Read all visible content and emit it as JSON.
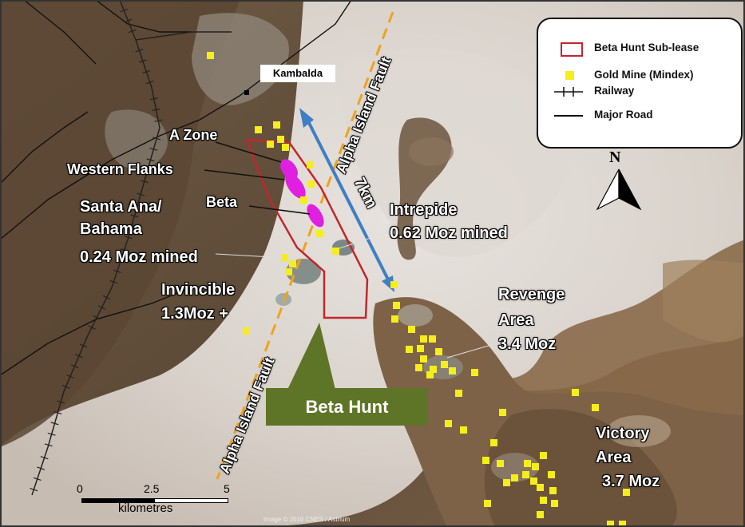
{
  "map": {
    "town": "Kambalda",
    "labels": {
      "a_zone": "A Zone",
      "western_flanks": "Western Flanks",
      "beta": "Beta",
      "santa_ana_1": "Santa Ana/",
      "santa_ana_2": "Bahama",
      "santa_ana_3": "0.24 Moz mined",
      "intrepide_1": "Intrepide",
      "intrepide_2": "0.62 Moz mined",
      "invincible_1": "Invincible",
      "invincible_2": "1.3Moz  +",
      "revenge_1": "Revenge",
      "revenge_2": "Area",
      "revenge_3": "3.4 Moz",
      "victory_1": "Victory",
      "victory_2": "Area",
      "victory_3": "3.7 Moz",
      "fault_upper": "Alpha Island Fault",
      "fault_lower": "Alpha Island Fault",
      "distance": "7km",
      "beta_hunt": "Beta Hunt"
    },
    "north": "N",
    "scalebar": {
      "ticks": [
        "0",
        "2.5",
        "5"
      ],
      "unit": "kilometres"
    },
    "credit": "Image © 2016 CNES / Astrium"
  },
  "legend": {
    "items": [
      {
        "label": "Beta Hunt Sub-lease",
        "symbol": "red-outline-box",
        "color": "#c0272d"
      },
      {
        "label": "Gold Mine (Mindex)",
        "symbol": "yellow-square",
        "color": "#f5ee1a"
      },
      {
        "label": "Railway",
        "symbol": "railway"
      },
      {
        "label": "Major Road",
        "symbol": "line"
      }
    ]
  },
  "colors": {
    "sublease": "#c0272d",
    "gold_mine": "#f5ee1a",
    "fault": "#f0a21c",
    "distance_arrow": "#3f7ec4",
    "deposit": "#e020e0",
    "beta_hunt_box": "#5e7426"
  }
}
